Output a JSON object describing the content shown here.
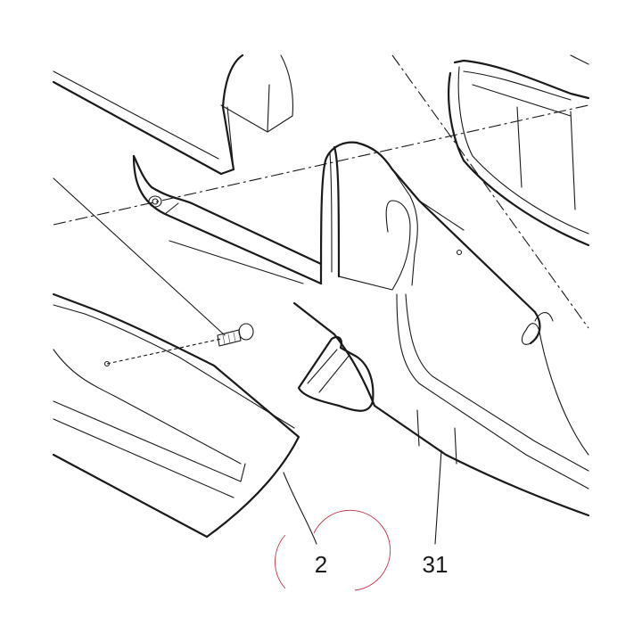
{
  "callouts": [
    {
      "id": "2",
      "label": "2",
      "highlight_color": "#c8334a"
    },
    {
      "id": "31",
      "label": "31"
    }
  ],
  "colors": {
    "line": "#1a1a1a",
    "background": "#ffffff",
    "highlight": "#c8334a"
  }
}
